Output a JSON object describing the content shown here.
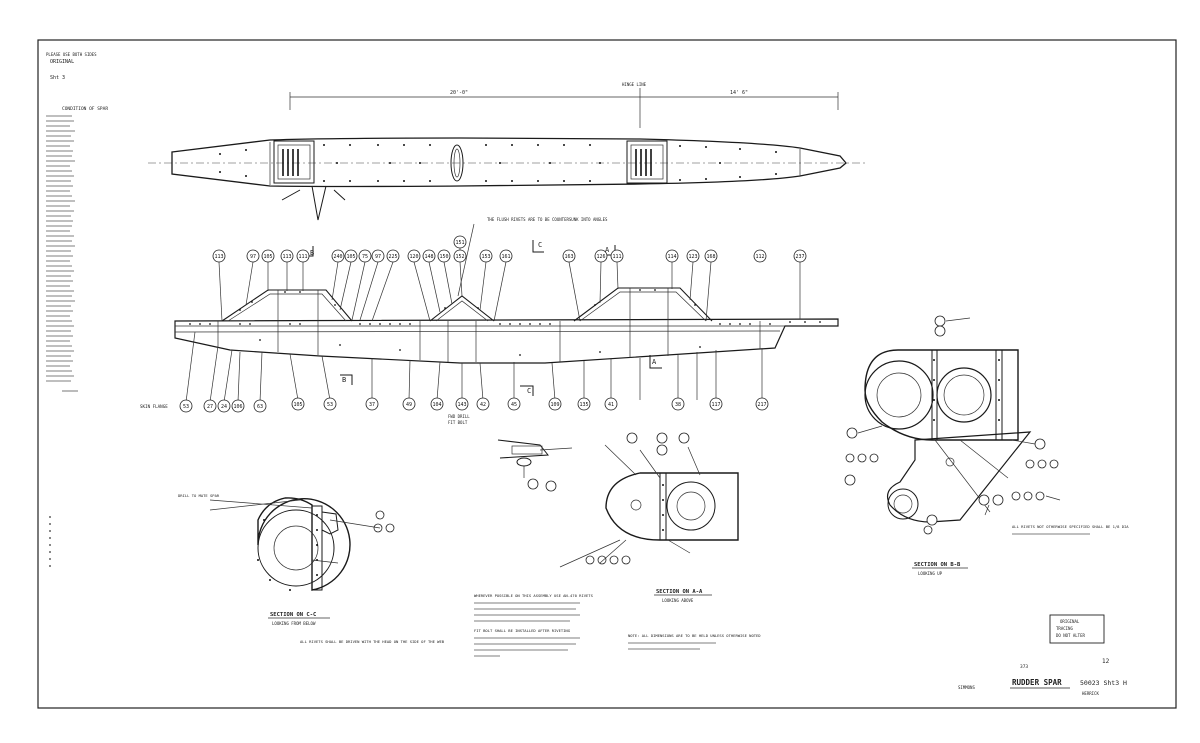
{
  "title_block": {
    "title": "RUDDER SPAR",
    "drawing_no": "50023 Sht3 H",
    "sheet_ref": "373",
    "rev": "12",
    "drawn": "SIMMONS",
    "checked": "HERRICK"
  },
  "corner_note": [
    "PLEASE USE BOTH SIDES",
    "ORIGINAL",
    "Sht 3"
  ],
  "left_notes_title": "CONDITION OF SPAR",
  "section_labels": {
    "cc": "SECTION ON C-C",
    "cc_sub": "LOOKING FROM BELOW",
    "aa": "SECTION ON A-A",
    "aa_sub": "LOOKING ABOVE",
    "bb": "SECTION ON B-B",
    "bb_sub": "LOOKING UP"
  },
  "dimensions": {
    "overall_left": "20'-0\"",
    "overall_right": "14' 6\"",
    "hinge_label": "HINGE LINE"
  },
  "balloons": {
    "top": [
      "113",
      "97",
      "105",
      "113",
      "111",
      "240",
      "105",
      "75",
      "97",
      "225",
      "120",
      "148",
      "150",
      "151",
      "152",
      "153",
      "161",
      "163",
      "126",
      "111",
      "114",
      "123",
      "168",
      "112",
      "237"
    ],
    "bottom": [
      "53",
      "27",
      "24",
      "106",
      "63",
      "105",
      "53",
      "37",
      "49",
      "104",
      "143",
      "42",
      "45",
      "109",
      "135",
      "41",
      "38",
      "117",
      "217"
    ]
  },
  "callouts": {
    "top_center": "THE FLUSH RIVETS ARE TO BE COUNTERSUNK INTO ANGLES",
    "skin_front": "SKIN FLANGE",
    "bottom_left": "DRILL TO MATE SPAR",
    "bottom_center": "FWD DRILL",
    "bottom_center2": "FIT BOLT"
  },
  "notes": {
    "n1": "ALL RIVETS SHALL BE DRIVEN WITH THE HEAD ON THE SIDE OF THE WEB",
    "n2": "WHEREVER POSSIBLE ON THIS ASSEMBLY USE AN-470 RIVETS",
    "n3": "NOTE: ALL DIMENSIONS ARE TO BE HELD UNLESS OTHERWISE NOTED",
    "n4": "FIT BOLT SHALL BE INSTALLED AFTER RIVETING",
    "n5": "ALL RIVETS NOT OTHERWISE SPECIFIED SHALL BE 1/8 DIA"
  },
  "stamp_box": [
    "ORIGINAL",
    "TRACING",
    "DO NOT ALTER"
  ]
}
